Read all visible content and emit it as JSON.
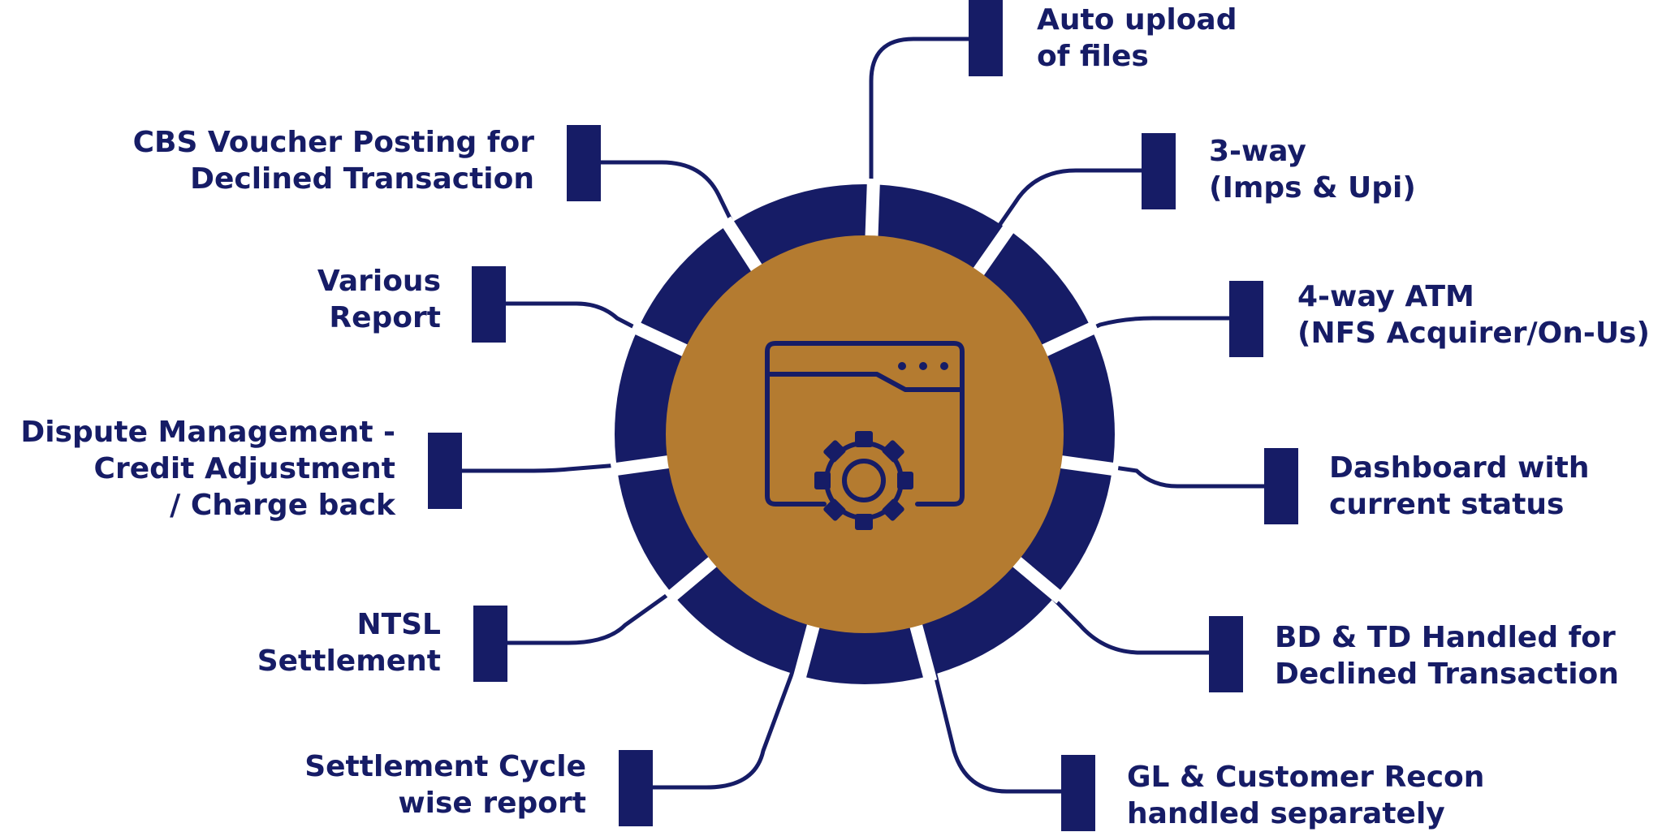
{
  "colors": {
    "navy": "#161c66",
    "hub": "#b47b30",
    "background": "#ffffff"
  },
  "hub_icon": "browser-window-gear-icon",
  "features": [
    {
      "id": "auto-upload",
      "lines": [
        "Auto upload",
        "of files"
      ]
    },
    {
      "id": "three-way",
      "lines": [
        "3-way",
        "(Imps & Upi)"
      ]
    },
    {
      "id": "four-way-atm",
      "lines": [
        "4-way ATM",
        "(NFS Acquirer/On-Us)"
      ]
    },
    {
      "id": "dashboard",
      "lines": [
        "Dashboard with",
        "current status"
      ]
    },
    {
      "id": "bd-td",
      "lines": [
        "BD & TD Handled for",
        "Declined Transaction"
      ]
    },
    {
      "id": "gl-customer-recon",
      "lines": [
        "GL & Customer Recon",
        "handled separately"
      ]
    },
    {
      "id": "settlement-cycle",
      "lines": [
        "Settlement Cycle",
        "wise report"
      ]
    },
    {
      "id": "ntsl-settlement",
      "lines": [
        "NTSL",
        "Settlement"
      ]
    },
    {
      "id": "dispute-management",
      "lines": [
        "Dispute Management -",
        "Credit Adjustment",
        "/ Charge back"
      ]
    },
    {
      "id": "various-report",
      "lines": [
        "Various",
        "Report"
      ]
    },
    {
      "id": "cbs-voucher",
      "lines": [
        "CBS Voucher Posting for",
        "Declined Transaction"
      ]
    }
  ]
}
